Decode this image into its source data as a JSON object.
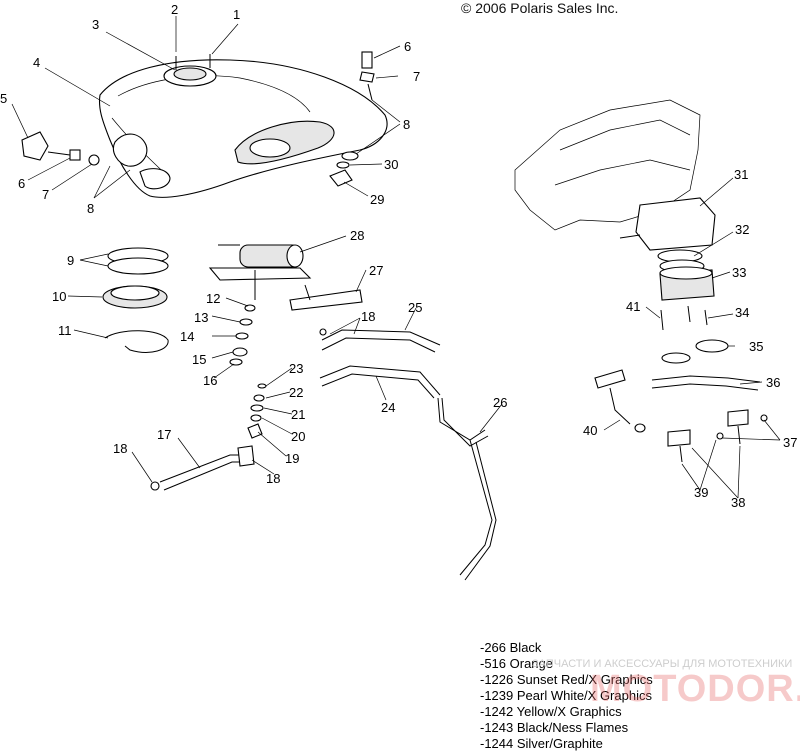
{
  "copyright": "© 2006 Polaris Sales Inc.",
  "callouts": {
    "c1": "1",
    "c2": "2",
    "c3": "3",
    "c4": "4",
    "c5": "5",
    "c6a": "6",
    "c6b": "6",
    "c7a": "7",
    "c7b": "7",
    "c8a": "8",
    "c8b": "8",
    "c9": "9",
    "c10": "10",
    "c11": "11",
    "c12": "12",
    "c13": "13",
    "c14": "14",
    "c15": "15",
    "c16": "16",
    "c17": "17",
    "c18a": "18",
    "c18b": "18",
    "c18c": "18",
    "c19": "19",
    "c20": "20",
    "c21": "21",
    "c22": "22",
    "c23": "23",
    "c24": "24",
    "c25": "25",
    "c26": "26",
    "c27": "27",
    "c28": "28",
    "c29": "29",
    "c30": "30",
    "c31": "31",
    "c32": "32",
    "c33": "33",
    "c34": "34",
    "c35": "35",
    "c36": "36",
    "c37": "37",
    "c38": "38",
    "c39": "39",
    "c40": "40",
    "c41": "41"
  },
  "legend": [
    "-266  Black",
    "-516  Orange",
    "-1226 Sunset Red/X Graphics",
    "-1239 Pearl White/X Graphics",
    "-1242 Yellow/X Graphics",
    "-1243 Black/Ness Flames",
    "-1244 Silver/Graphite"
  ],
  "watermark": {
    "text": "ЗАПЧАСТИ И АКСЕССУАРЫ ДЛЯ МОТОТЕХНИКИ",
    "logo": "MOTODOR.RU"
  }
}
